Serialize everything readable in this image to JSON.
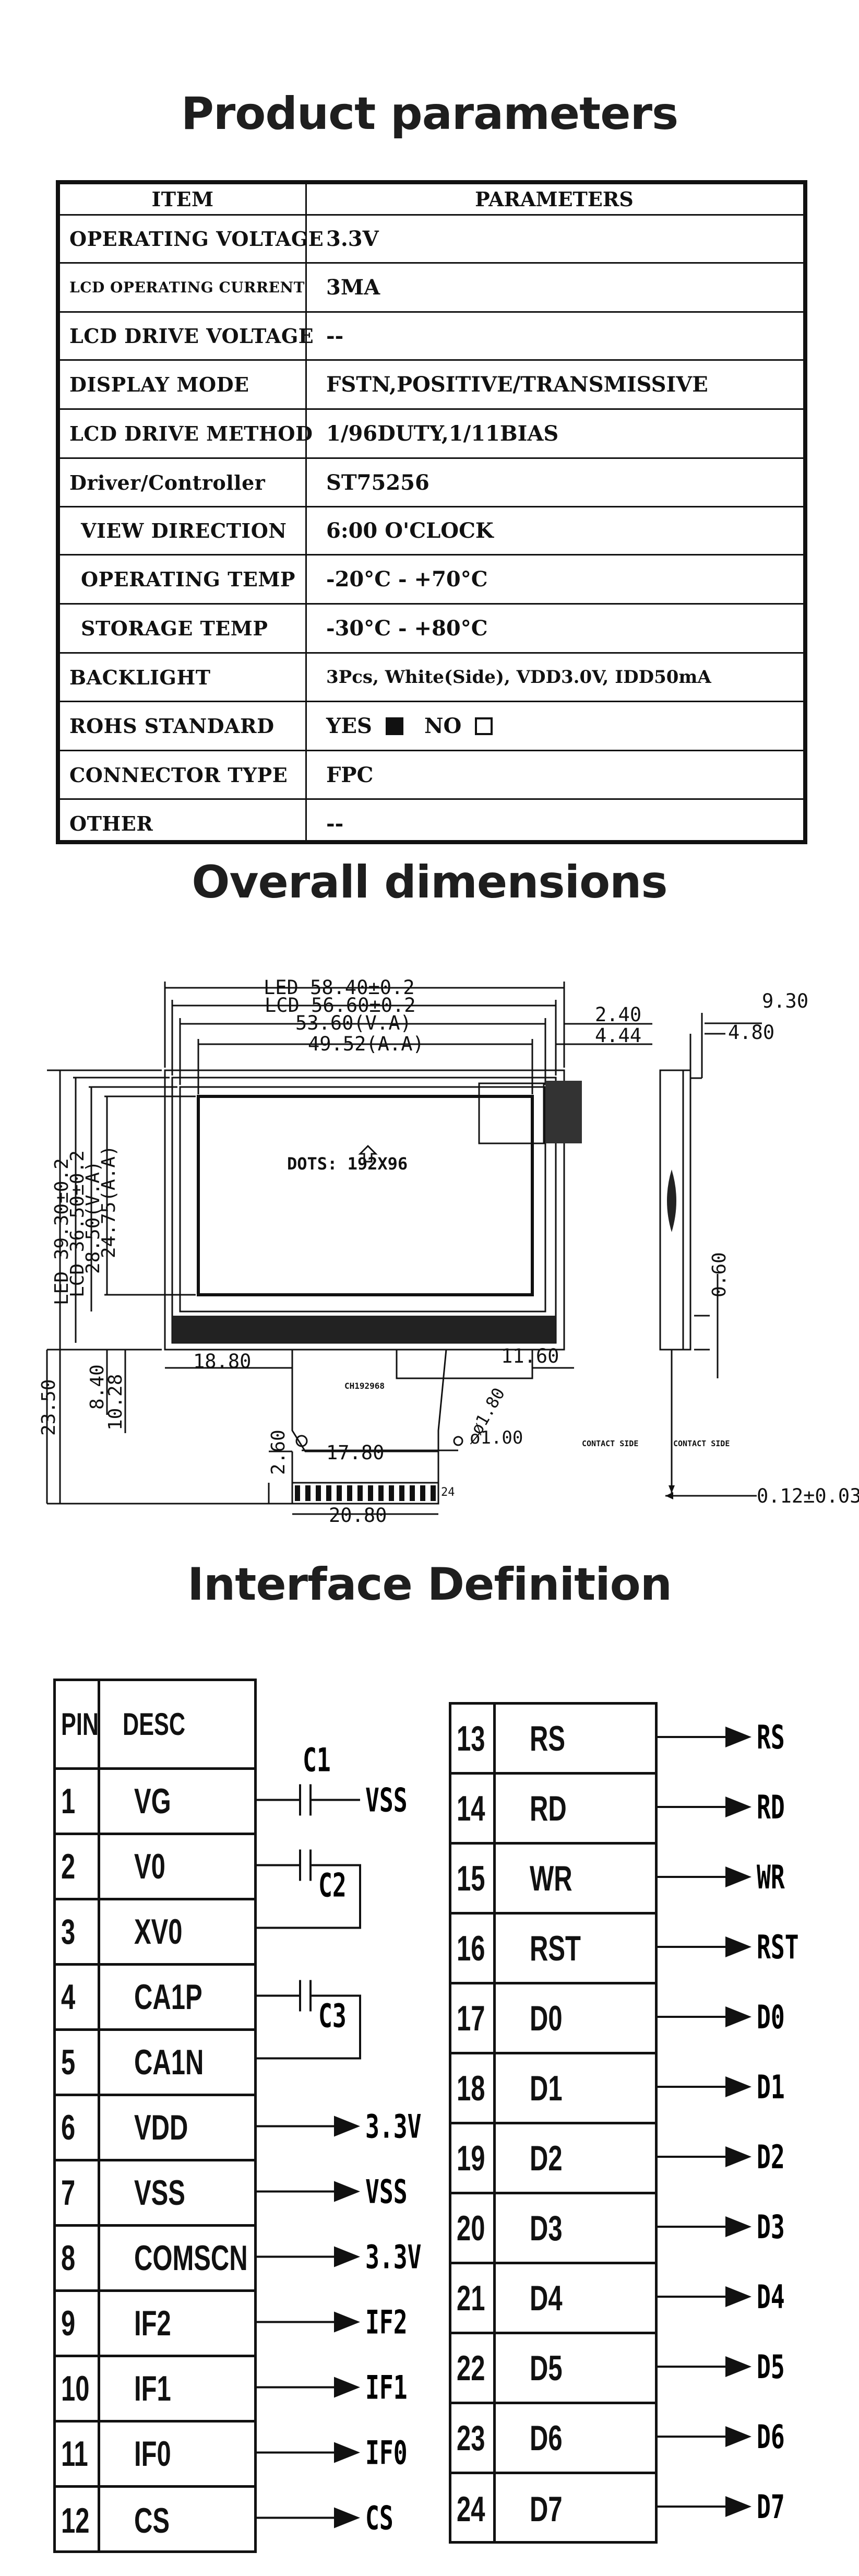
{
  "sections": {
    "params_title": "Product parameters",
    "dimensions_title": "Overall dimensions",
    "interface_title": "Interface Definition"
  },
  "params": {
    "header": {
      "item": "ITEM",
      "value": "PARAMETERS"
    },
    "rows": [
      {
        "item": "OPERATING VOLTAGE",
        "value": "3.3V"
      },
      {
        "item": "LCD OPERATING CURRENT",
        "value": "3MA"
      },
      {
        "item": "LCD DRIVE VOLTAGE",
        "value": "--"
      },
      {
        "item": "DISPLAY MODE",
        "value": "FSTN,POSITIVE/TRANSMISSIVE"
      },
      {
        "item": "LCD DRIVE METHOD",
        "value": "1/96DUTY,1/11BIAS"
      },
      {
        "item": "Driver/Controller",
        "value": "ST75256"
      },
      {
        "item": "VIEW DIRECTION",
        "value": "6:00 O'CLOCK"
      },
      {
        "item": "OPERATING TEMP",
        "value": "-20°C - +70°C"
      },
      {
        "item": "STORAGE TEMP",
        "value": "-30°C - +80°C"
      },
      {
        "item": "BACKLIGHT",
        "value": "3Pcs, White(Side), VDD3.0V, IDD50mA"
      },
      {
        "item": "ROHS STANDARD",
        "yes": "YES",
        "no": "NO"
      },
      {
        "item": "CONNECTOR TYPE",
        "value": "FPC"
      },
      {
        "item": "OTHER",
        "value": "--"
      }
    ]
  },
  "dimensions": {
    "led_w": "LED 58.40±0.2",
    "lcd_w": "LCD 56.60±0.2",
    "va_w": "53.60(V.A)",
    "aa_w": "49.52(A.A)",
    "off_240": "2.40",
    "off_444": "4.44",
    "side_930": "9.30",
    "side_480": "4.80",
    "led_h": "LED 39.30±0.2",
    "lcd_h": "LCD 36.50±0.2",
    "va_h": "28.50(V.A)",
    "aa_h": "24.75(A.A)",
    "dots": "DOTS: 192X96",
    "fpc_1880": "18.80",
    "fpc_1160": "11.60",
    "hole_180": "ø1.80",
    "hole_100": "ø1.00",
    "fpc_1780": "17.80",
    "fpc_2080": "20.80",
    "fpc_260": "2.60",
    "v_2350": "23.50",
    "v_840": "8.40",
    "v_1028": "10.28",
    "side_060": "0.60",
    "thick_012": "0.12±0.03",
    "contact_side_1": "CONTACT SIDE",
    "contact_side_2": "CONTACT SIDE",
    "part_no": "CH192968",
    "pin_24": "24"
  },
  "interface": {
    "header": {
      "pin": "PIN",
      "desc": "DESC"
    },
    "left_pins": [
      {
        "pin": "1",
        "desc": "VG"
      },
      {
        "pin": "2",
        "desc": "V0"
      },
      {
        "pin": "3",
        "desc": "XV0"
      },
      {
        "pin": "4",
        "desc": "CA1P"
      },
      {
        "pin": "5",
        "desc": "CA1N"
      },
      {
        "pin": "6",
        "desc": "VDD"
      },
      {
        "pin": "7",
        "desc": "VSS"
      },
      {
        "pin": "8",
        "desc": "COMSCN"
      },
      {
        "pin": "9",
        "desc": "IF2"
      },
      {
        "pin": "10",
        "desc": "IF1"
      },
      {
        "pin": "11",
        "desc": "IF0"
      },
      {
        "pin": "12",
        "desc": "CS"
      }
    ],
    "right_pins": [
      {
        "pin": "13",
        "desc": "RS",
        "signal": "RS"
      },
      {
        "pin": "14",
        "desc": "RD",
        "signal": "RD"
      },
      {
        "pin": "15",
        "desc": "WR",
        "signal": "WR"
      },
      {
        "pin": "16",
        "desc": "RST",
        "signal": "RST"
      },
      {
        "pin": "17",
        "desc": "D0",
        "signal": "D0"
      },
      {
        "pin": "18",
        "desc": "D1",
        "signal": "D1"
      },
      {
        "pin": "19",
        "desc": "D2",
        "signal": "D2"
      },
      {
        "pin": "20",
        "desc": "D3",
        "signal": "D3"
      },
      {
        "pin": "21",
        "desc": "D4",
        "signal": "D4"
      },
      {
        "pin": "22",
        "desc": "D5",
        "signal": "D5"
      },
      {
        "pin": "23",
        "desc": "D6",
        "signal": "D6"
      },
      {
        "pin": "24",
        "desc": "D7",
        "signal": "D7"
      }
    ],
    "caps": {
      "c1": "C1",
      "c2": "C2",
      "c3": "C3",
      "vss": "VSS"
    },
    "left_signals": {
      "p6": "3.3V",
      "p7": "VSS",
      "p8": "3.3V",
      "p9": "IF2",
      "p10": "IF1",
      "p11": "IF0",
      "p12": "CS"
    }
  }
}
